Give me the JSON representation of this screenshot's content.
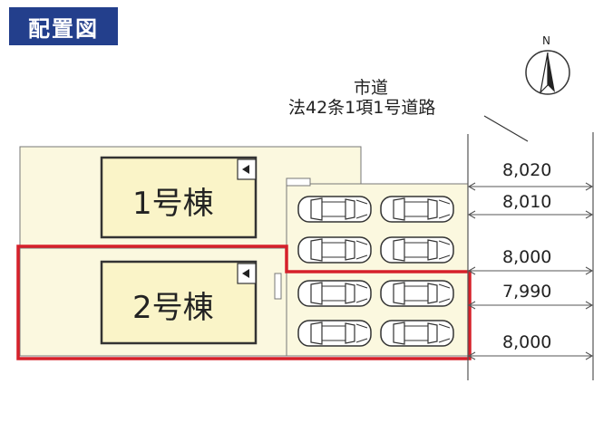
{
  "title": "配置図",
  "compass": {
    "label": "N",
    "icon": "north-arrow-icon"
  },
  "road": {
    "line1": "市道",
    "line2": "法42条1項1号道路"
  },
  "buildings": [
    {
      "label": "1号棟"
    },
    {
      "label": "2号棟"
    }
  ],
  "parking_spaces": 8,
  "dimensions": [
    "8,020",
    "8,010",
    "8,000",
    "7,990",
    "8,000"
  ],
  "colors": {
    "title_bg": "#233f8c",
    "lot_fill": "#fbf8df",
    "building_fill": "#faf4c8",
    "highlight": "#d6202a",
    "lines": "#555555"
  }
}
